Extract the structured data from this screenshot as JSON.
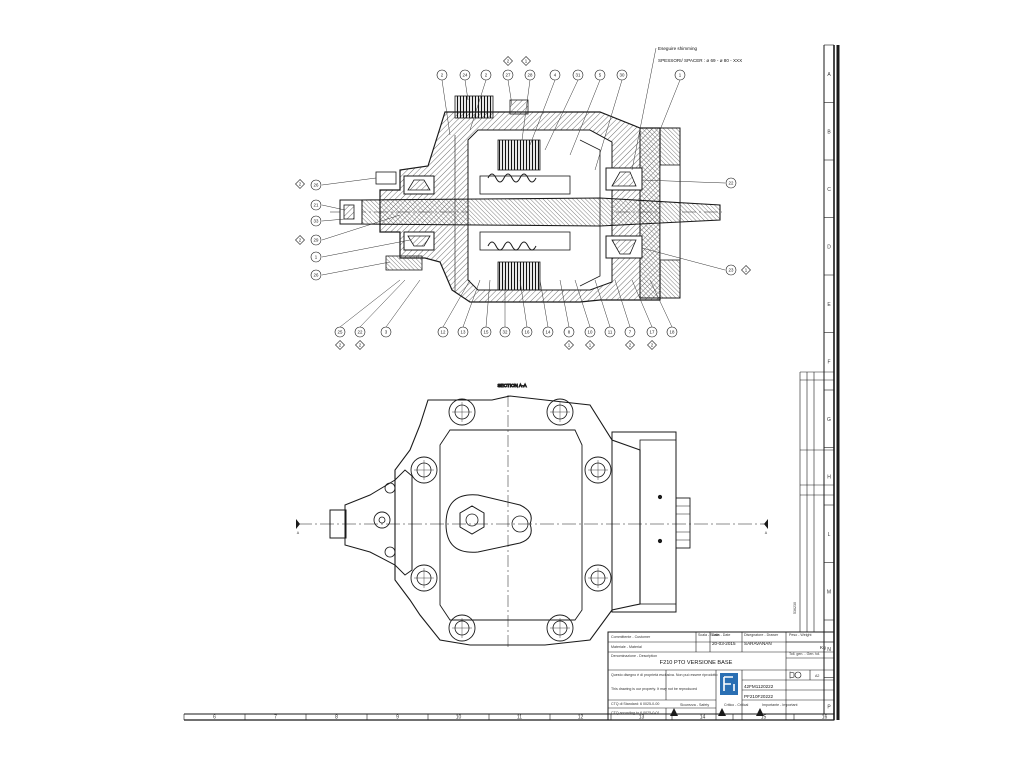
{
  "notes": {
    "shimming_line1": "Eseguire shimming",
    "shimming_line2": "SPESSORI/ SPACER : ø 69 - ø 80 - XXX",
    "section_title": "SECTION A-A",
    "section_mark": "A"
  },
  "balloons_top": [
    "2",
    "24",
    "2",
    "27",
    "28",
    "4",
    "31",
    "5",
    "30",
    "1"
  ],
  "balloons_diamond_top": [
    "2",
    "1"
  ],
  "balloons_left": [
    "26",
    "21",
    "33",
    "29",
    "1",
    "26"
  ],
  "balloons_right": [
    "22",
    "23"
  ],
  "balloons_bottom": [
    "25",
    "22",
    "3",
    "12",
    "13",
    "15",
    "32",
    "16",
    "14",
    "8",
    "10",
    "11",
    "7",
    "17",
    "18"
  ],
  "balloons_bottom_diamond": [
    "2",
    "2",
    "1",
    "1",
    "2",
    "2"
  ],
  "grid": {
    "columns": [
      "6",
      "7",
      "8",
      "9",
      "10",
      "11",
      "12",
      "13",
      "14",
      "15",
      "16"
    ],
    "rows": [
      "A",
      "B",
      "C",
      "D",
      "E",
      "F",
      "G",
      "H",
      "L",
      "M",
      "N",
      "P"
    ]
  },
  "title_block": {
    "company_label": "Committente - Customer",
    "customer_value": "",
    "scale_label": "Scala - Scale",
    "date_label": "Data - Date",
    "date": "20-03-2015",
    "designer_label": "Disegnatore - Drawer",
    "designer": "SARAVANAN",
    "weight_label": "Peso - Weight",
    "weight_unit": "Kg",
    "material_label": "Materiale - Material",
    "description_label": "Denominazione - Description",
    "title": "F210   PTO VERSIONE BASE",
    "general_tol_label": "Toll. gen. - Gen. tol.",
    "code1": "42FM1120222",
    "code2": "PF210F20222",
    "format": "A2",
    "ctq_line1": "CTQ di Standard: 6 0025-0-00",
    "ctq_line2": "CTQ according to 6 0025-0-01",
    "legend_safety": "Sicurezza - Safety",
    "legend_critical": "Critico - Critical",
    "legend_important": "Importante - Important",
    "side_number": "536230",
    "disclaimer_1": "Questo disegno è di proprietà esclusiva. Non può essere riprodotto",
    "disclaimer_2": "This drawing is our property. It may not be reproduced"
  },
  "colors": {
    "line": "#1a1a1a",
    "hatch": "#4a4a4a",
    "logo": "#2a6fb3",
    "paper": "#ffffff"
  }
}
